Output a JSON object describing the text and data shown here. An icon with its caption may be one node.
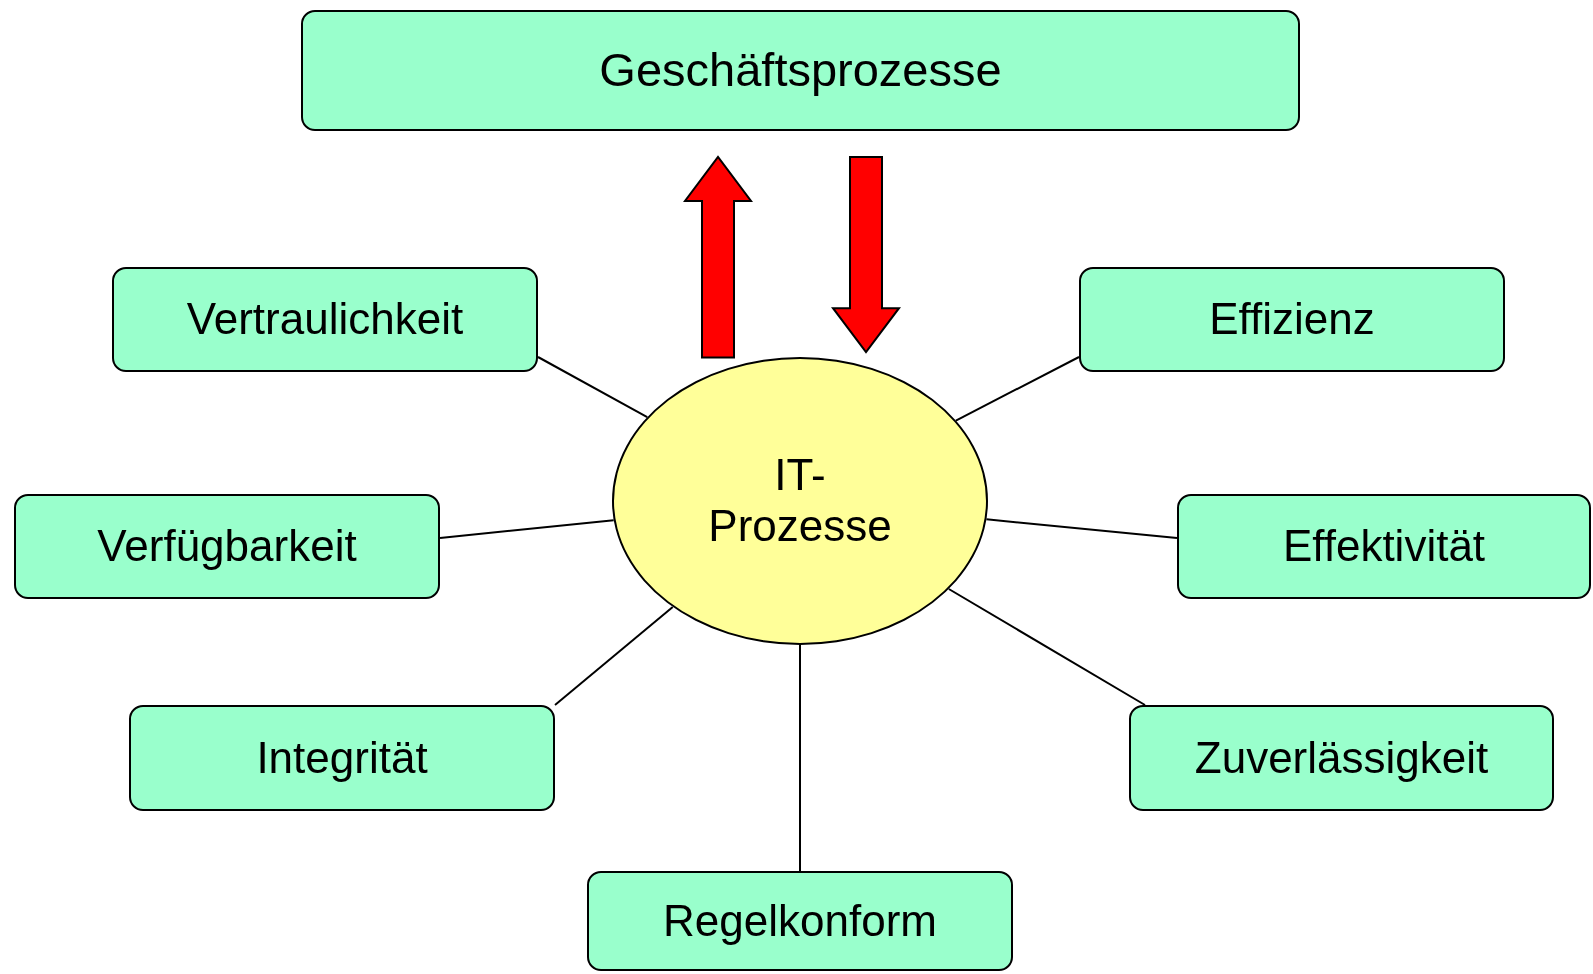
{
  "diagram": {
    "nodes": [
      {
        "text": [
          "Geschäftsprozesse"
        ]
      },
      {
        "text": [
          "IT- Prozesse"
        ]
      },
      {
        "text": [
          "Vertraulichkeit"
        ]
      },
      {
        "text": [
          "Effizienz"
        ]
      },
      {
        "text": [
          "Verfügbarkeit"
        ]
      },
      {
        "text": [
          "Effektivität"
        ]
      },
      {
        "text": [
          "Integrität"
        ]
      },
      {
        "text": [
          "Zuverlässigkeit"
        ]
      },
      {
        "text": [
          "Regelkonform"
        ]
      }
    ],
    "edges": [
      {
        "from": 1,
        "to": 0,
        "arrow": "to",
        "style": "thick",
        "color": "#ff0000"
      },
      {
        "from": 0,
        "to": 1,
        "arrow": "to",
        "style": "thick",
        "color": "#ff0000"
      },
      {
        "from": 1,
        "to": 2,
        "arrow": "none"
      },
      {
        "from": 1,
        "to": 3,
        "arrow": "none"
      },
      {
        "from": 1,
        "to": 4,
        "arrow": "none"
      },
      {
        "from": 1,
        "to": 5,
        "arrow": "none"
      },
      {
        "from": 1,
        "to": 6,
        "arrow": "none"
      },
      {
        "from": 1,
        "to": 7,
        "arrow": "none"
      },
      {
        "from": 1,
        "to": 8,
        "arrow": "none"
      }
    ]
  }
}
